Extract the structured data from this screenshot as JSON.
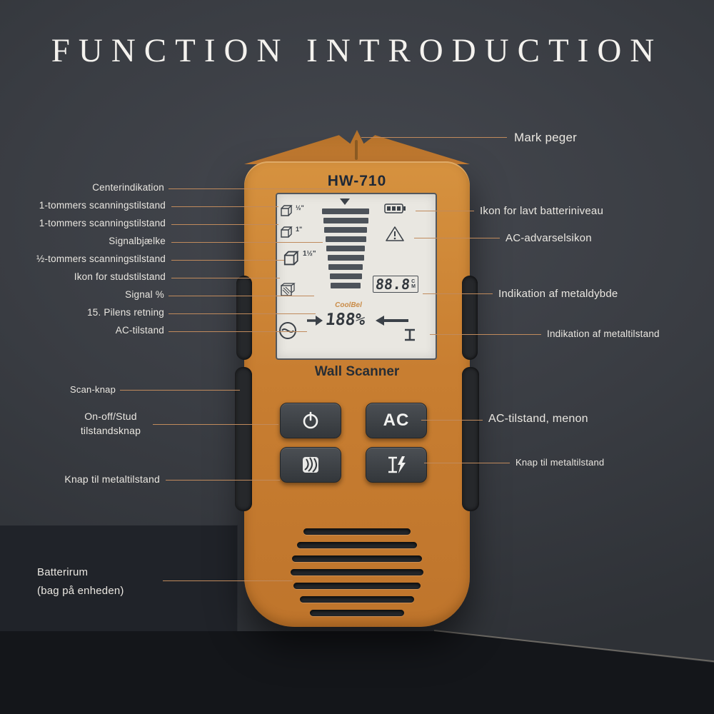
{
  "title": "FUNCTION INTRODUCTION",
  "colors": {
    "background": "#3a3d43",
    "left_panel": "#202329",
    "platform": "#14161a",
    "device_orange": "#cd8338",
    "callout_line": "#c08a5c",
    "label_text": "#eae7e1",
    "screen_bg": "#e9e7e1",
    "screen_ink": "#3b4148",
    "button_face": "#3d4146"
  },
  "device": {
    "model": "HW-710",
    "type_label": "Wall Scanner",
    "brand": "CoolBel",
    "screen": {
      "scan_mode_half_inch": "½\"",
      "scan_mode_one_inch": "1\"",
      "scan_mode_one_half_inch": "1½\"",
      "depth_reading": "88.8",
      "depth_unit_top": "C",
      "depth_unit_bottom": "M",
      "signal_percent": "188%"
    },
    "buttons": {
      "ac": "AC"
    }
  },
  "callouts_left": [
    "Centerindikation",
    "1-tommers scanningstilstand",
    "1-tommers scanningstilstand",
    "Signalbjælke",
    "½-tommers scanningstilstand",
    "Ikon for studstilstand",
    "Signal %",
    "15. Pilens retning",
    "AC-tilstand",
    "Scan-knap",
    {
      "line1": "On-off/Stud",
      "line2": "tilstandsknap"
    },
    "Knap til metaltilstand",
    {
      "line1": "Batterirum",
      "line2": "(bag på enheden)"
    }
  ],
  "callouts_right": [
    "Mark peger",
    "Ikon for lavt batteriniveau",
    "AC-advarselsikon",
    "Indikation af metaldybde",
    "Indikation af metaltilstand",
    "AC-tilstand, menon",
    "Knap til metaltilstand"
  ]
}
